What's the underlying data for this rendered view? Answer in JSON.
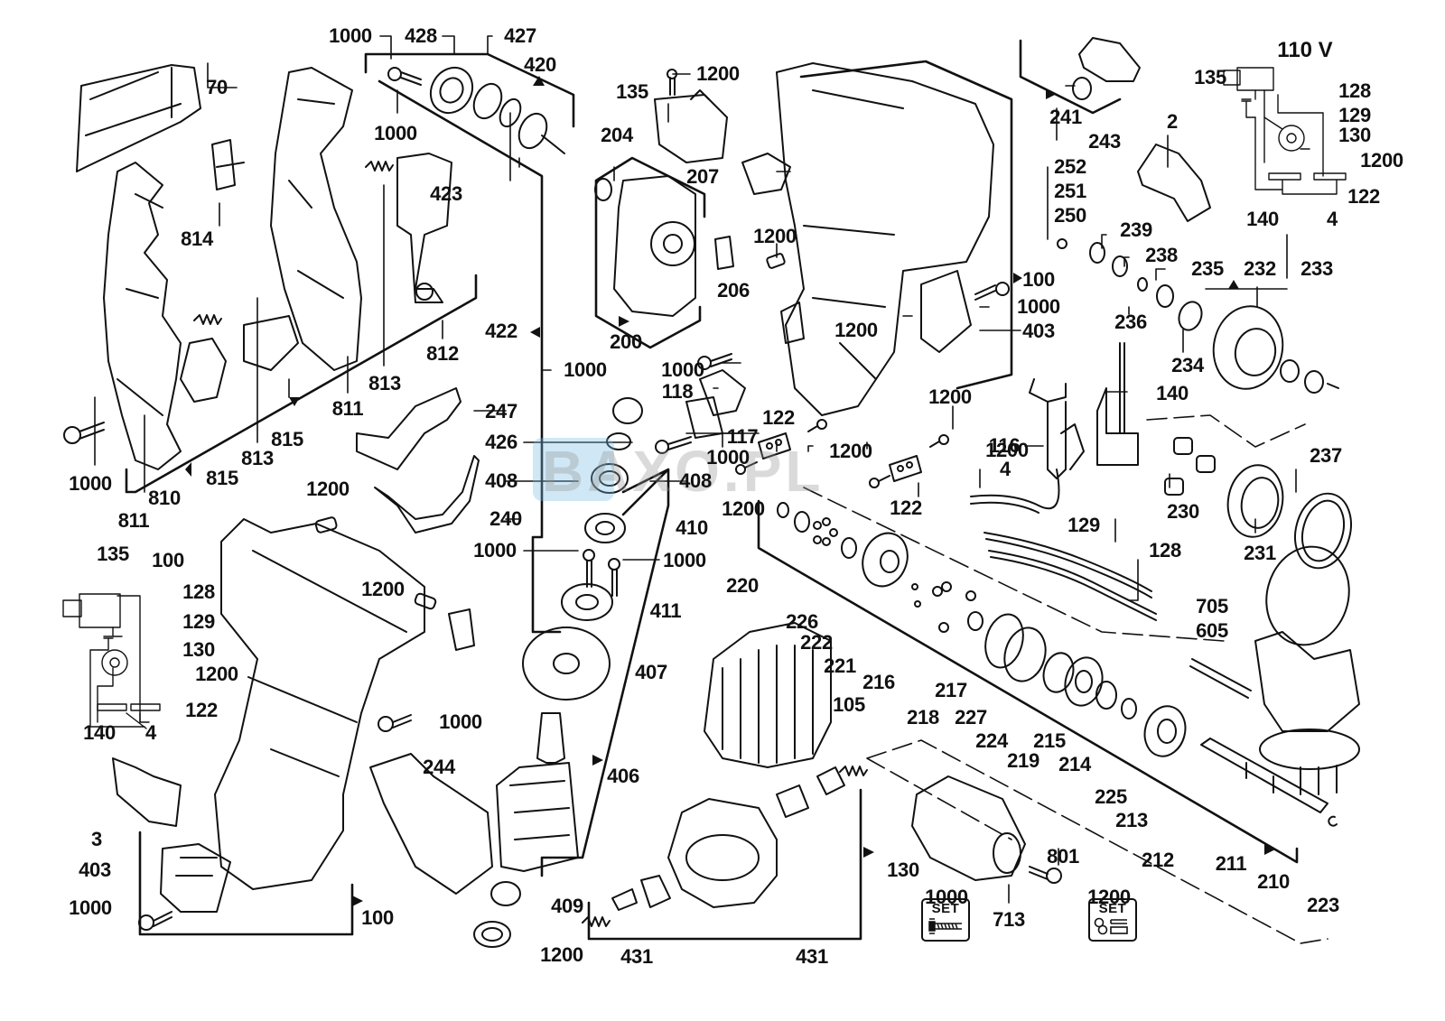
{
  "diagram": {
    "type": "exploded-parts-diagram",
    "voltage_label": "110 V",
    "watermark": "BAXO.PL",
    "set_boxes": [
      {
        "part": "1000",
        "label": "SET",
        "contents": "screws"
      },
      {
        "part": "1200",
        "label": "SET",
        "contents": "small-parts"
      }
    ],
    "labels": [
      {
        "id": "l1",
        "text": "1000"
      },
      {
        "id": "l2",
        "text": "428"
      },
      {
        "id": "l3",
        "text": "427"
      },
      {
        "id": "l4",
        "text": "420"
      },
      {
        "id": "l5",
        "text": "70"
      },
      {
        "id": "l6",
        "text": "1000"
      },
      {
        "id": "l7",
        "text": "423"
      },
      {
        "id": "l8",
        "text": "814"
      },
      {
        "id": "l9",
        "text": "1200"
      },
      {
        "id": "l10",
        "text": "135"
      },
      {
        "id": "l11",
        "text": "204"
      },
      {
        "id": "l12",
        "text": "207"
      },
      {
        "id": "l13",
        "text": "1200"
      },
      {
        "id": "l14",
        "text": "206"
      },
      {
        "id": "l15",
        "text": "422"
      },
      {
        "id": "l16",
        "text": "200"
      },
      {
        "id": "l17",
        "text": "1000"
      },
      {
        "id": "l18",
        "text": "812"
      },
      {
        "id": "l19",
        "text": "813"
      },
      {
        "id": "l20",
        "text": "811"
      },
      {
        "id": "l21",
        "text": "813"
      },
      {
        "id": "l22",
        "text": "815"
      },
      {
        "id": "l23",
        "text": "815"
      },
      {
        "id": "l24",
        "text": "1000"
      },
      {
        "id": "l25",
        "text": "810"
      },
      {
        "id": "l26",
        "text": "811"
      },
      {
        "id": "l27",
        "text": "247"
      },
      {
        "id": "l28",
        "text": "426"
      },
      {
        "id": "l29",
        "text": "408"
      },
      {
        "id": "l30",
        "text": "408"
      },
      {
        "id": "l31",
        "text": "240"
      },
      {
        "id": "l32",
        "text": "410"
      },
      {
        "id": "l33",
        "text": "1000"
      },
      {
        "id": "l34",
        "text": "1000"
      },
      {
        "id": "l35",
        "text": "1200"
      },
      {
        "id": "l36",
        "text": "1000"
      },
      {
        "id": "l37",
        "text": "118"
      },
      {
        "id": "l38",
        "text": "117"
      },
      {
        "id": "l39",
        "text": "1000"
      },
      {
        "id": "l40",
        "text": "122"
      },
      {
        "id": "l41",
        "text": "1200"
      },
      {
        "id": "l42",
        "text": "1200"
      },
      {
        "id": "l43",
        "text": "1200"
      },
      {
        "id": "l44",
        "text": "122"
      },
      {
        "id": "l45",
        "text": "1200"
      },
      {
        "id": "l46",
        "text": "100"
      },
      {
        "id": "l47",
        "text": "1000"
      },
      {
        "id": "l48",
        "text": "403"
      },
      {
        "id": "l49",
        "text": "241"
      },
      {
        "id": "l50",
        "text": "243"
      },
      {
        "id": "l51",
        "text": "2"
      },
      {
        "id": "l52",
        "text": "252"
      },
      {
        "id": "l53",
        "text": "251"
      },
      {
        "id": "l54",
        "text": "250"
      },
      {
        "id": "l55",
        "text": "239"
      },
      {
        "id": "l56",
        "text": "238"
      },
      {
        "id": "l57",
        "text": "235"
      },
      {
        "id": "l58",
        "text": "236"
      },
      {
        "id": "l59",
        "text": "232"
      },
      {
        "id": "l60",
        "text": "233"
      },
      {
        "id": "l61",
        "text": "234"
      },
      {
        "id": "l62",
        "text": "140"
      },
      {
        "id": "l63",
        "text": "116"
      },
      {
        "id": "l64",
        "text": "4"
      },
      {
        "id": "l65",
        "text": "230"
      },
      {
        "id": "l66",
        "text": "237"
      },
      {
        "id": "l67",
        "text": "231"
      },
      {
        "id": "l68",
        "text": "129"
      },
      {
        "id": "l69",
        "text": "128"
      },
      {
        "id": "l70",
        "text": "135"
      },
      {
        "id": "l71",
        "text": "128"
      },
      {
        "id": "l72",
        "text": "129"
      },
      {
        "id": "l73",
        "text": "130"
      },
      {
        "id": "l74",
        "text": "1200"
      },
      {
        "id": "l75",
        "text": "122"
      },
      {
        "id": "l76",
        "text": "140"
      },
      {
        "id": "l77",
        "text": "4"
      },
      {
        "id": "l78",
        "text": "1200"
      },
      {
        "id": "l79",
        "text": "135"
      },
      {
        "id": "l80",
        "text": "100"
      },
      {
        "id": "l81",
        "text": "128"
      },
      {
        "id": "l82",
        "text": "129"
      },
      {
        "id": "l83",
        "text": "130"
      },
      {
        "id": "l84",
        "text": "1200"
      },
      {
        "id": "l85",
        "text": "1200"
      },
      {
        "id": "l86",
        "text": "122"
      },
      {
        "id": "l87",
        "text": "140"
      },
      {
        "id": "l88",
        "text": "4"
      },
      {
        "id": "l89",
        "text": "1000"
      },
      {
        "id": "l90",
        "text": "3"
      },
      {
        "id": "l91",
        "text": "403"
      },
      {
        "id": "l92",
        "text": "1000"
      },
      {
        "id": "l93",
        "text": "100"
      },
      {
        "id": "l94",
        "text": "244"
      },
      {
        "id": "l95",
        "text": "411"
      },
      {
        "id": "l96",
        "text": "407"
      },
      {
        "id": "l97",
        "text": "406"
      },
      {
        "id": "l98",
        "text": "409"
      },
      {
        "id": "l99",
        "text": "1200"
      },
      {
        "id": "l100",
        "text": "431"
      },
      {
        "id": "l101",
        "text": "431"
      },
      {
        "id": "l102",
        "text": "105"
      },
      {
        "id": "l103",
        "text": "130"
      },
      {
        "id": "l104",
        "text": "220"
      },
      {
        "id": "l105",
        "text": "226"
      },
      {
        "id": "l106",
        "text": "222"
      },
      {
        "id": "l107",
        "text": "221"
      },
      {
        "id": "l108",
        "text": "216"
      },
      {
        "id": "l109",
        "text": "218"
      },
      {
        "id": "l110",
        "text": "217"
      },
      {
        "id": "l111",
        "text": "227"
      },
      {
        "id": "l112",
        "text": "224"
      },
      {
        "id": "l113",
        "text": "219"
      },
      {
        "id": "l114",
        "text": "215"
      },
      {
        "id": "l115",
        "text": "214"
      },
      {
        "id": "l116",
        "text": "225"
      },
      {
        "id": "l117",
        "text": "213"
      },
      {
        "id": "l118",
        "text": "212"
      },
      {
        "id": "l119",
        "text": "211"
      },
      {
        "id": "l120",
        "text": "210"
      },
      {
        "id": "l121",
        "text": "223"
      },
      {
        "id": "l122",
        "text": "705"
      },
      {
        "id": "l123",
        "text": "605"
      },
      {
        "id": "l124",
        "text": "1000"
      },
      {
        "id": "l125",
        "text": "713"
      },
      {
        "id": "l126",
        "text": "801"
      },
      {
        "id": "l127",
        "text": "1200"
      }
    ]
  }
}
